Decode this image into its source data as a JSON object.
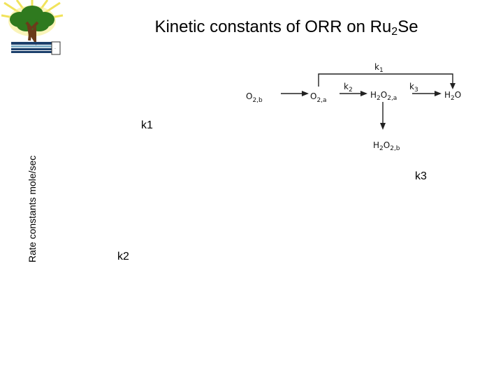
{
  "slide": {
    "title_main": "Kinetic constants of ORR on Ru",
    "title_sub": "2",
    "title_end": "Se",
    "y_axis_label": "Rate constants mole/sec",
    "point_labels": [
      "k1",
      "k3",
      "k2"
    ]
  },
  "scheme": {
    "species_o2b": "O",
    "species_o2b_sub": "2,b",
    "species_o2a": "O",
    "species_o2a_sub": "2,a",
    "species_h2o2a_pre": "H",
    "species_h2o2a_mid": "2",
    "species_h2o2a_o": "O",
    "species_h2o2a_sub": "2,a",
    "species_h2o_pre": "H",
    "species_h2o_mid": "2",
    "species_h2o_o": "O",
    "species_h2o2b_pre": "H",
    "species_h2o2b_mid": "2",
    "species_h2o2b_o": "O",
    "species_h2o2b_sub": "2,b",
    "k1": "k",
    "k1_sub": "1",
    "k2": "k",
    "k2_sub": "2",
    "k3": "k",
    "k3_sub": "3"
  },
  "logo": {
    "icon": "tree-logo-icon",
    "colors": {
      "sun": "#f5e64a",
      "foliage": "#2f7a1f",
      "trunk": "#6b3b1a",
      "bar": "#1b3f6b"
    }
  }
}
